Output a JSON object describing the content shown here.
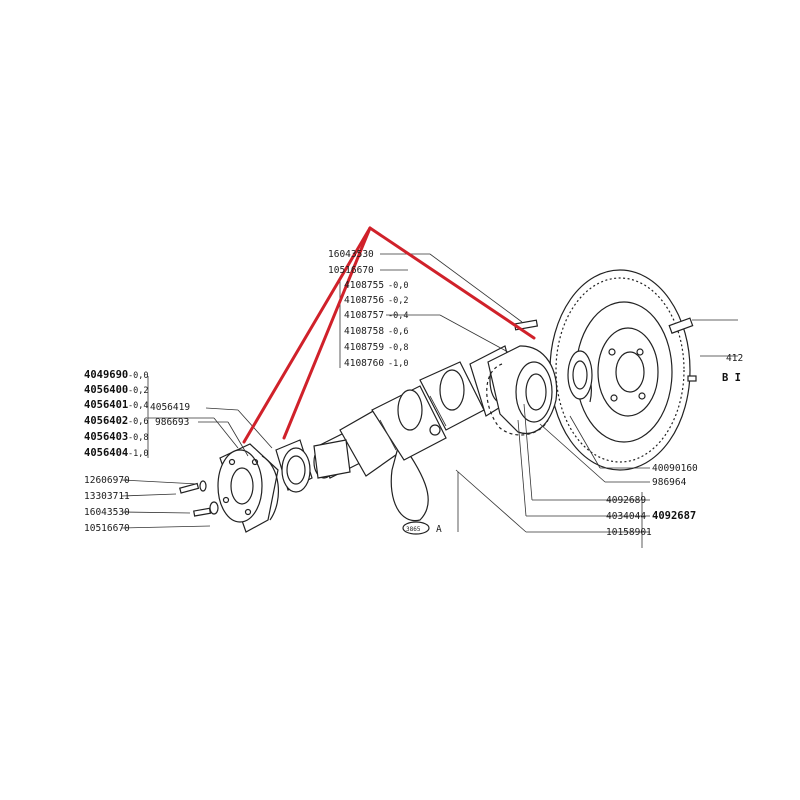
{
  "left_group": {
    "parts": [
      {
        "number": "4049690",
        "offset": "-0,0"
      },
      {
        "number": "4056400",
        "offset": "-0,2"
      },
      {
        "number": "4056401",
        "offset": "-0,4"
      },
      {
        "number": "4056402",
        "offset": "-0,6"
      },
      {
        "number": "4056403",
        "offset": "-0,8"
      },
      {
        "number": "4056404",
        "offset": "-1,0"
      }
    ]
  },
  "seal_labels": [
    "4056419",
    "986693"
  ],
  "bolt_labels": [
    "12606970",
    "13303711",
    "16043530",
    "10516670"
  ],
  "top_labels": [
    "16043530",
    "10516670"
  ],
  "top_group": {
    "parts": [
      {
        "number": "4108755",
        "offset": "-0,0"
      },
      {
        "number": "4108756",
        "offset": "-0,2"
      },
      {
        "number": "4108757",
        "offset": "-0,4"
      },
      {
        "number": "4108758",
        "offset": "-0,6"
      },
      {
        "number": "4108759",
        "offset": "-0,8"
      },
      {
        "number": "4108760",
        "offset": "-1,0"
      }
    ]
  },
  "right_labels": [
    "40090160",
    "986964",
    "4092689",
    "4034044",
    "10158901"
  ],
  "assembly_label": "4092687",
  "flywheel_labels": [
    "412",
    "B I"
  ],
  "stamp": {
    "code": "3865",
    "letter": "A"
  },
  "colors": {
    "highlight": "#d0212a",
    "ink": "#222222"
  }
}
